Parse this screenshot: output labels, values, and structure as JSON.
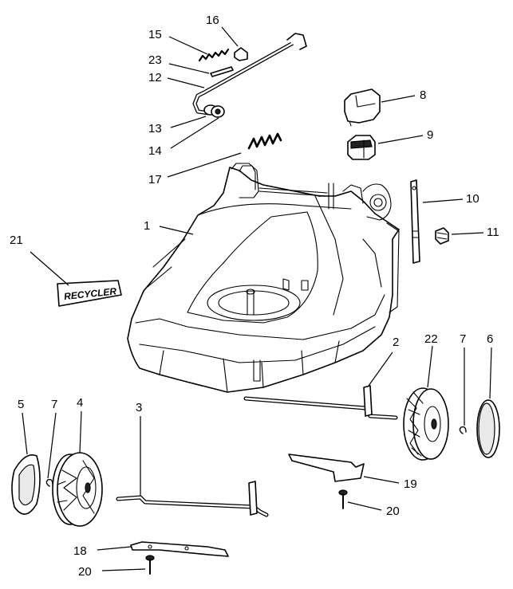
{
  "callouts": [
    {
      "id": "1",
      "text": "1"
    },
    {
      "id": "2",
      "text": "2"
    },
    {
      "id": "3",
      "text": "3"
    },
    {
      "id": "4",
      "text": "4"
    },
    {
      "id": "5",
      "text": "5"
    },
    {
      "id": "6",
      "text": "6"
    },
    {
      "id": "7a",
      "text": "7"
    },
    {
      "id": "7b",
      "text": "7"
    },
    {
      "id": "8",
      "text": "8"
    },
    {
      "id": "9",
      "text": "9"
    },
    {
      "id": "10",
      "text": "10"
    },
    {
      "id": "11",
      "text": "11"
    },
    {
      "id": "12",
      "text": "12"
    },
    {
      "id": "13",
      "text": "13"
    },
    {
      "id": "14",
      "text": "14"
    },
    {
      "id": "15",
      "text": "15"
    },
    {
      "id": "16",
      "text": "16"
    },
    {
      "id": "17",
      "text": "17"
    },
    {
      "id": "18",
      "text": "18"
    },
    {
      "id": "19",
      "text": "19"
    },
    {
      "id": "20a",
      "text": "20"
    },
    {
      "id": "20b",
      "text": "20"
    },
    {
      "id": "21",
      "text": "21"
    },
    {
      "id": "22",
      "text": "22"
    },
    {
      "id": "23",
      "text": "23"
    }
  ],
  "decal_text": "RECYCLER"
}
